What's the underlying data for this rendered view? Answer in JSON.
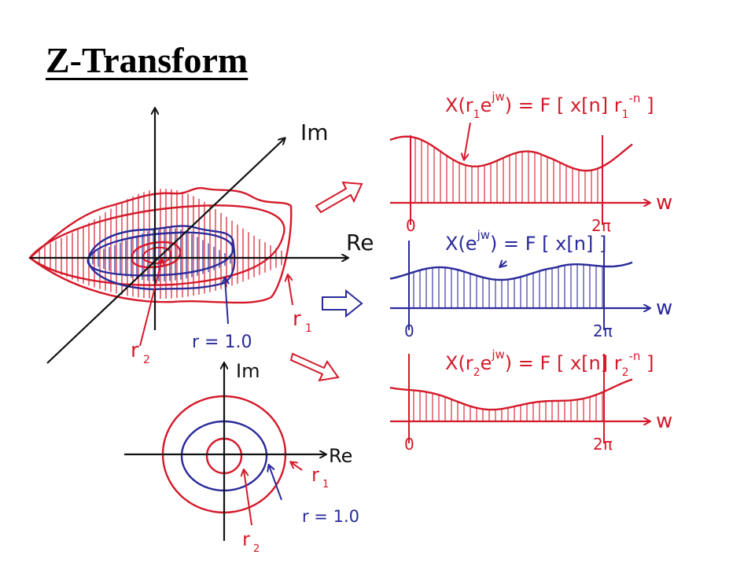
{
  "title": "Z-Transform",
  "colors": {
    "red": "#d41a2a",
    "blue": "#2a2a9a",
    "black": "#111111"
  },
  "surface_plot": {
    "axis_imag": "Im",
    "axis_real": "Re",
    "label_r1": "r",
    "label_r1_sub": "1",
    "label_r2": "r",
    "label_r2_sub": "2",
    "label_unit": "r = 1.0"
  },
  "plane_plot": {
    "axis_imag": "Im",
    "axis_real": "Re",
    "label_r1": "r",
    "label_r1_sub": "1",
    "label_r2": "r",
    "label_r2_sub": "2",
    "label_unit": "r = 1.0"
  },
  "spectra": [
    {
      "equation": "X(r₁e^{jw}) = F [x[n] r₁^{-n}]",
      "eq_pre": "X(r",
      "eq_sub": "1",
      "eq_mid": "e",
      "eq_sup": "jw",
      "eq_post": ") = F [ x[n] r",
      "eq_post_sub": "1",
      "eq_post_sup": "-n",
      "eq_end": " ]",
      "color": "#d41a2a",
      "zero": "0",
      "two_pi": "2π",
      "w": "w"
    },
    {
      "equation": "X(e^{jw}) = F [x[n]]",
      "eq_pre": "X(e",
      "eq_sup": "jw",
      "eq_post": ") = F [ x[n] ]",
      "color": "#2a2a9a",
      "zero": "0",
      "two_pi": "2π",
      "w": "w"
    },
    {
      "equation": "X(r₂e^{jw}) = F [x[n] r₂^{-n}]",
      "eq_pre": "X(r",
      "eq_sub": "2",
      "eq_mid": "e",
      "eq_sup": "jw",
      "eq_post": ") = F [ x[n] r",
      "eq_post_sub": "2",
      "eq_post_sup": "-n",
      "eq_end": " ]",
      "color": "#d41a2a",
      "zero": "0",
      "two_pi": "2π",
      "w": "w"
    }
  ]
}
